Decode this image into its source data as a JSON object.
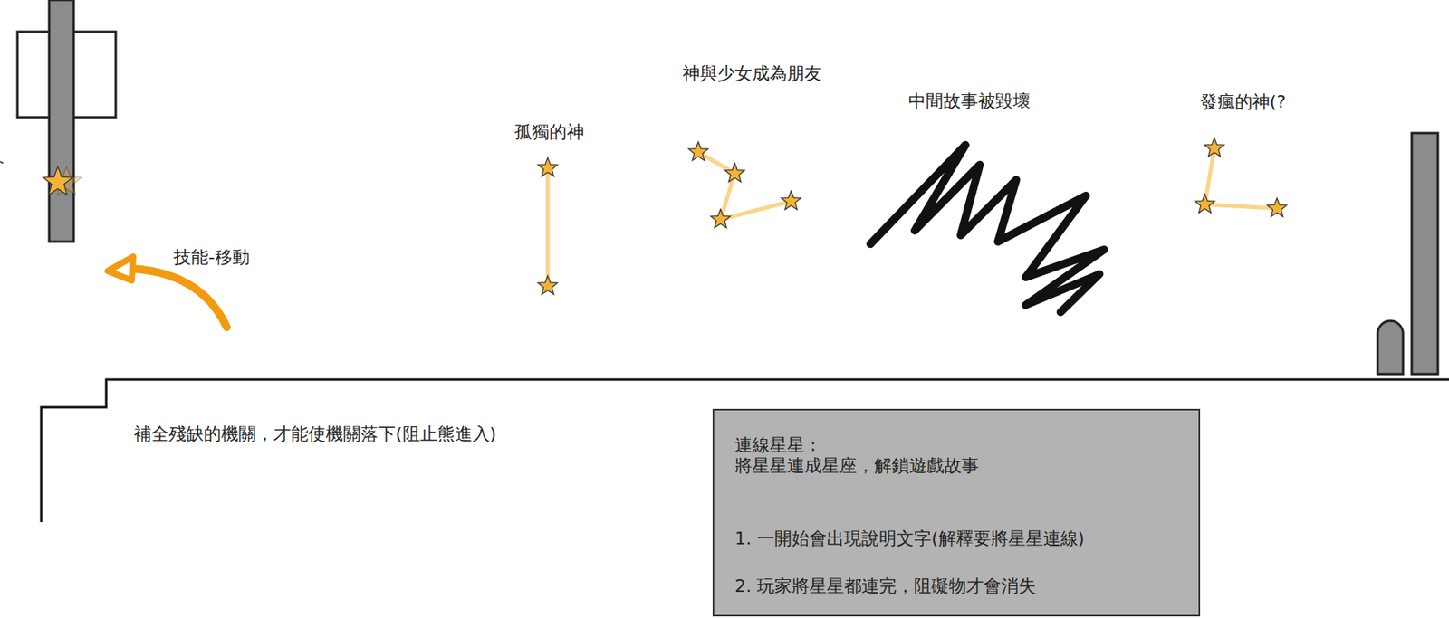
{
  "diagram": {
    "nodes": [
      {
        "text": [
          "連線星星 :",
          "將星星連成星座，解鎖遊戲故事",
          "1. 一開始會出現說明文字(解釋要將星星連線)",
          "2. 玩家將星星都連完，阻礙物才會消失"
        ]
      }
    ],
    "labels": [
      "技能-移動",
      "孤獨的神",
      "神與少女成為朋友",
      "中間故事被毀壞",
      "發瘋的神(?",
      "補全殘缺的機關，才能使機關落下(阻止熊進入)"
    ]
  }
}
